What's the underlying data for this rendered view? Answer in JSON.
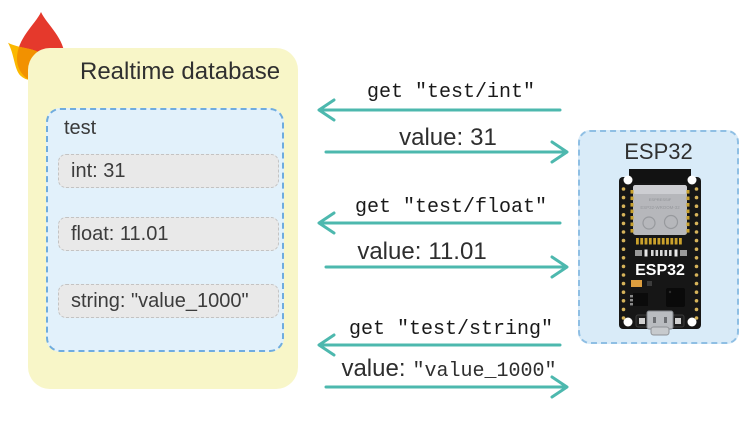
{
  "colors": {
    "panel_yellow": "#F8F6C8",
    "node_blue": "#E2F1FB",
    "node_border": "#6FACDF",
    "row_gray": "#E9E9E9",
    "device_blue": "#D9EBF8",
    "device_border": "#8FBFE4",
    "arrow_teal": "#4DB8AE",
    "flame_red": "#E5392C",
    "flame_yellow": "#FBB800",
    "flame_orange": "#F29100"
  },
  "database": {
    "title": "Realtime database",
    "node": {
      "name": "test",
      "fields": [
        "int: 31",
        "float: 11.01",
        "string: \"value_1000\""
      ]
    }
  },
  "messages": [
    {
      "request": "get \"test/int\"",
      "response_prefix": "value:",
      "response_value": "31"
    },
    {
      "request": "get \"test/float\"",
      "response_prefix": "value:",
      "response_value": "11.01"
    },
    {
      "request": "get \"test/string\"",
      "response_prefix": "value:",
      "response_value": "\"value_1000\""
    }
  ],
  "device": {
    "title": "ESP32",
    "board_label": "ESP32",
    "module_brand": "ESPRESSIF",
    "module_name": "ESP32-WROOM-32"
  },
  "icons": {
    "flame": "firebase-flame-icon",
    "wifi": "wifi-logo-icon",
    "espressif": "espressif-logo-icon"
  }
}
